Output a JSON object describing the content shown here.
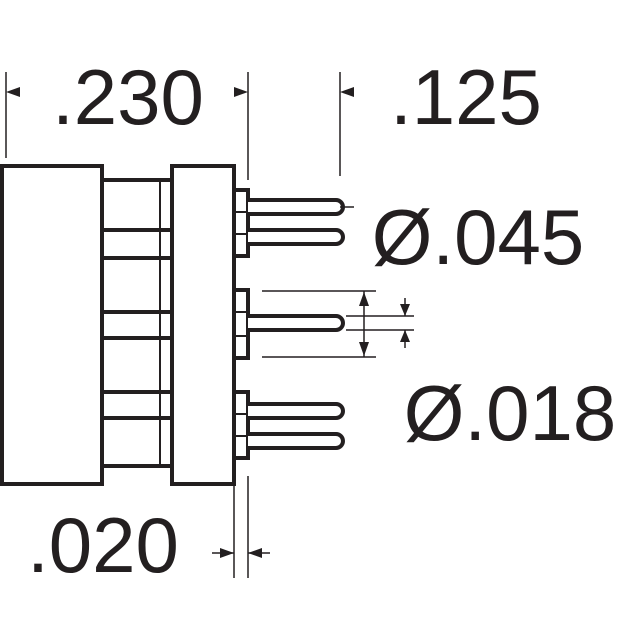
{
  "dimensions": {
    "body_length": ".230",
    "lead_length": ".125",
    "shoulder_diameter": "Ø.045",
    "pin_diameter": "Ø.018",
    "standoff": ".020"
  },
  "colors": {
    "line": "#231f20",
    "background": "#ffffff"
  }
}
